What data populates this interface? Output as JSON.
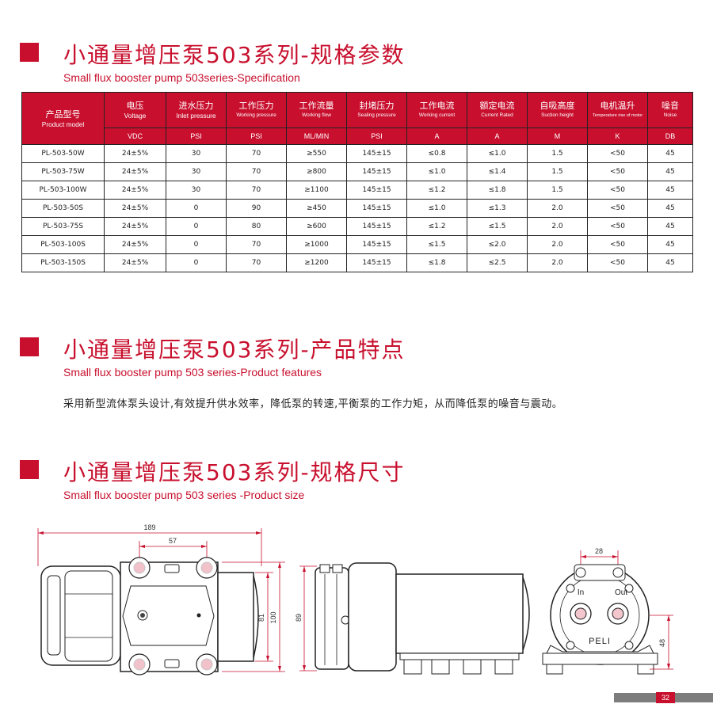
{
  "sections": [
    {
      "title": "小通量增压泵503系列-规格参数",
      "subtitle": "Small flux booster pump 503series-Specification"
    },
    {
      "title": "小通量增压泵503系列-产品特点",
      "subtitle": "Small flux booster pump 503 series-Product features"
    },
    {
      "title": "小通量增压泵503系列-规格尺寸",
      "subtitle": "Small flux booster pump 503 series -Product size"
    }
  ],
  "table": {
    "headers": [
      {
        "zh": "产品型号",
        "en": "Product model"
      },
      {
        "zh": "电压",
        "en": "Voltage"
      },
      {
        "zh": "进水压力",
        "en": "Inlet pressure"
      },
      {
        "zh": "工作压力",
        "en": "Working pressure"
      },
      {
        "zh": "工作流量",
        "en": "Working flow"
      },
      {
        "zh": "封堵压力",
        "en": "Sealing pressure"
      },
      {
        "zh": "工作电流",
        "en": "Working current"
      },
      {
        "zh": "额定电流",
        "en": "Current Rated"
      },
      {
        "zh": "自吸高度",
        "en": "Suction height"
      },
      {
        "zh": "电机温升",
        "en": "Temperature rise of motor"
      },
      {
        "zh": "噪音",
        "en": "Noise"
      }
    ],
    "units": [
      "VDC",
      "PSI",
      "PSI",
      "ML/MIN",
      "PSI",
      "A",
      "A",
      "M",
      "K",
      "DB"
    ],
    "rows": [
      [
        "PL-503-50W",
        "24±5%",
        "30",
        "70",
        "≥550",
        "145±15",
        "≤0.8",
        "≤1.0",
        "1.5",
        "<50",
        "45"
      ],
      [
        "PL-503-75W",
        "24±5%",
        "30",
        "70",
        "≥800",
        "145±15",
        "≤1.0",
        "≤1.4",
        "1.5",
        "<50",
        "45"
      ],
      [
        "PL-503-100W",
        "24±5%",
        "30",
        "70",
        "≥1100",
        "145±15",
        "≤1.2",
        "≤1.8",
        "1.5",
        "<50",
        "45"
      ],
      [
        "PL-503-50S",
        "24±5%",
        "0",
        "90",
        "≥450",
        "145±15",
        "≤1.0",
        "≤1.3",
        "2.0",
        "<50",
        "45"
      ],
      [
        "PL-503-75S",
        "24±5%",
        "0",
        "80",
        "≥600",
        "145±15",
        "≤1.2",
        "≤1.5",
        "2.0",
        "<50",
        "45"
      ],
      [
        "PL-503-100S",
        "24±5%",
        "0",
        "70",
        "≥1000",
        "145±15",
        "≤1.5",
        "≤2.0",
        "2.0",
        "<50",
        "45"
      ],
      [
        "PL-503-150S",
        "24±5%",
        "0",
        "70",
        "≥1200",
        "145±15",
        "≤1.8",
        "≤2.5",
        "2.0",
        "<50",
        "45"
      ]
    ]
  },
  "features_text": "采用新型流体泵头设计,有效提升供水效率，降低泵的转速,平衡泵的工作力矩，从而降低泵的噪音与震动。",
  "dimensions": {
    "overall_length": "189",
    "hole_spacing": "57",
    "height_100": "100",
    "height_81": "81",
    "side_height": "89",
    "port_spacing": "28",
    "mount_height": "48",
    "label_in": "In",
    "label_out": "Out",
    "brand": "PELI"
  },
  "page_number": "32",
  "colors": {
    "accent": "#c8102e",
    "dim_line": "#c8102e",
    "footer_gray": "#7d7d7d"
  }
}
